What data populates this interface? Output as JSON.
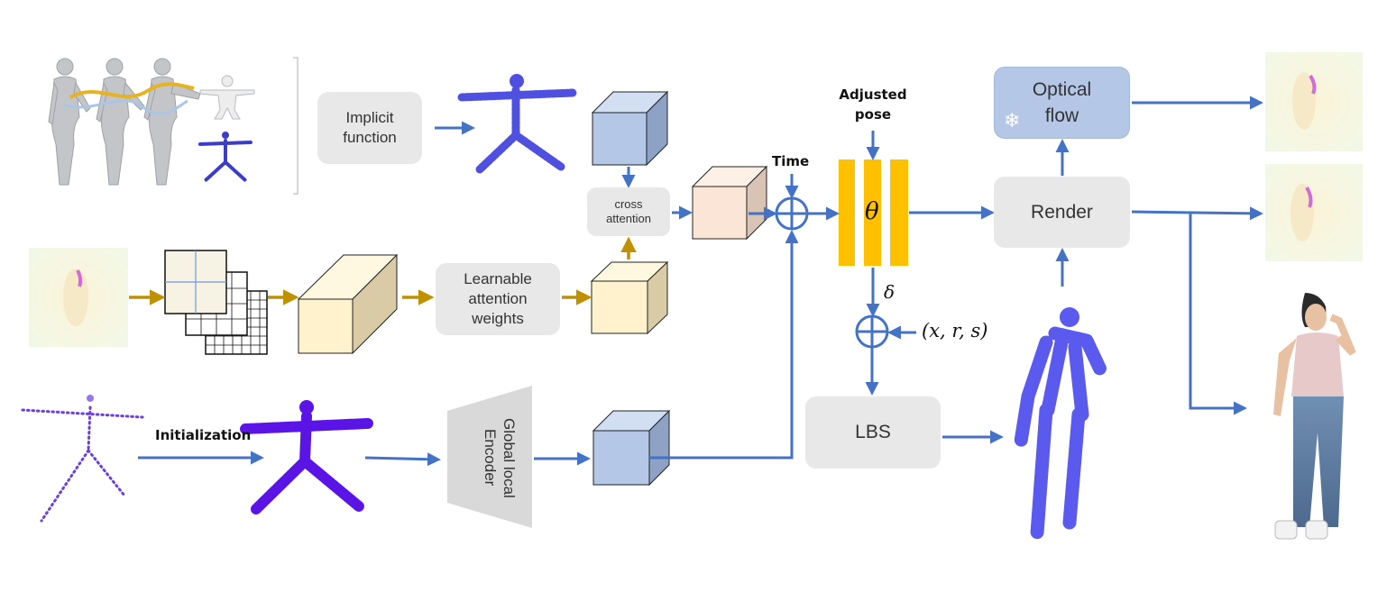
{
  "nodes": {
    "implicit": "Implicit function",
    "cross_attention": "cross attention",
    "learnable_weights": "Learnable attention weights",
    "encoder": "Global local Encoder",
    "lbs": "LBS",
    "render": "Render",
    "optical_flow": "Optical flow"
  },
  "labels": {
    "initialization": "Initialization",
    "time": "Time",
    "adjusted_pose": "Adjusted pose",
    "theta": "θ",
    "delta": "δ",
    "xrs": "(x, r, s)"
  },
  "colors": {
    "arrow_blue": "#4472c4",
    "arrow_gold": "#bf9000",
    "pose_bars": "#ffc000",
    "gray_box": "#e8e8e8",
    "blue_box": "#b4c7e7",
    "cube_blue": "#b4c7e7",
    "cube_peach": "#fbe5d6",
    "cube_cream": "#fff2cc",
    "points": "#5b5bef",
    "points_violet": "#6a1ee8"
  },
  "icons": [
    "snowflake-icon",
    "human-mesh-sequence",
    "gaussian-point-cloud",
    "flow-map",
    "person-render"
  ]
}
